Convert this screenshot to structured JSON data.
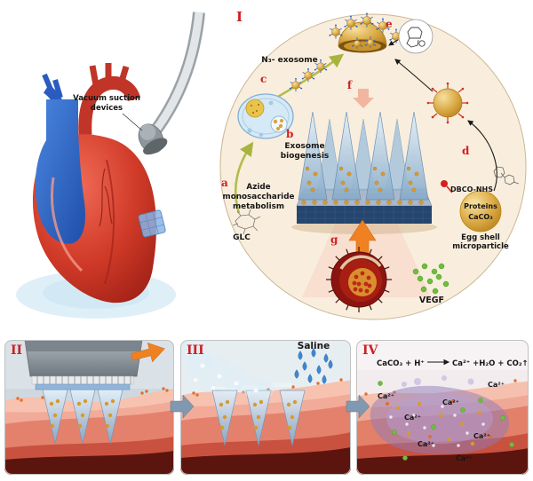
{
  "heart": {
    "device_label": [
      "Vacuum suction",
      "devices"
    ]
  },
  "panel1": {
    "label": "I",
    "step_a": "a",
    "step_b": "b",
    "step_c": "c",
    "step_d": "d",
    "step_e": "e",
    "step_f": "f",
    "step_g": "g",
    "n3_exosome": "N₃- exosome",
    "exosome_biogenesis": [
      "Exosome",
      "biogenesis"
    ],
    "azide": [
      "Azide",
      "monosaccharide",
      "metabolism"
    ],
    "glc": "GLC",
    "dbco_nhs": "DBCO-NHS",
    "proteins": "Proteins",
    "caco3": "CaCO₃",
    "egg_shell": [
      "Egg shell",
      "microparticle"
    ],
    "vegf": "VEGF"
  },
  "panel2": {
    "label": "II"
  },
  "panel3": {
    "label": "III",
    "saline": "Saline"
  },
  "panel4": {
    "label": "IV",
    "reaction_left": "CaCO₃ + H⁺",
    "reaction_right": "Ca²⁺ +H₂O + CO₂↑",
    "ca_ion": "Ca²⁺"
  }
}
